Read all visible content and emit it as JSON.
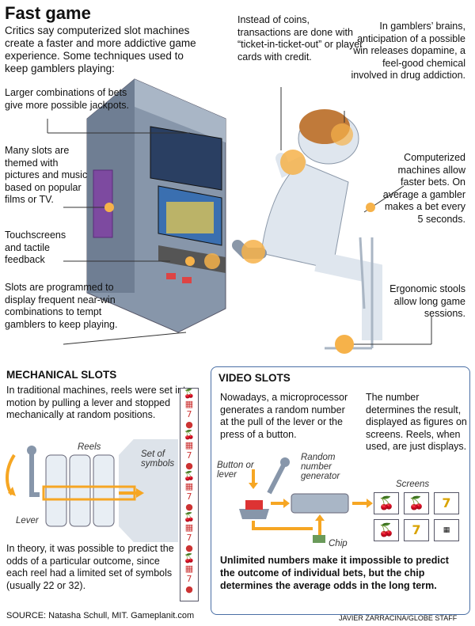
{
  "title": "Fast game",
  "intro": "Critics say computerized slot machines create a faster and more addictive game experience. Some techniques used to keep gamblers playing:",
  "callouts": {
    "combos": "Larger combinations of bets give more possible jackpots.",
    "themes": "Many slots are themed with pictures and music based on popular films or TV.",
    "touch": "Touchscreens and tactile feedback",
    "nearwin": "Slots are programmed to display frequent near-win combinations to tempt gamblers to keep playing.",
    "coins": "Instead of coins, transactions are done with “ticket-in-ticket-out” or player cards with credit.",
    "brain": "In gamblers’ brains, anticipation of a possible win releases dopamine, a feel-good chemical involved in drug addiction.",
    "faster": "Computerized machines allow faster bets. On average a gambler makes a bet every 5 seconds.",
    "stools": "Ergonomic stools allow long game sessions."
  },
  "mechanical": {
    "heading": "MECHANICAL SLOTS",
    "text": "In traditional machines, reels were set into motion by pulling a lever and stopped mechanically at random positions.",
    "reels_label": "Reels",
    "lever_label": "Lever",
    "symbols_label": "Set of symbols",
    "theory": "In theory, it was possible to predict the odds of a particular outcome, since each reel had a limited set of symbols (usually 22 or 32)."
  },
  "video": {
    "heading": "VIDEO SLOTS",
    "text1": "Nowadays, a microprocessor generates a random number at the pull of the lever or the press of a button.",
    "text2": "The number determines the result, displayed as figures on  screens. Reels, when used, are just displays.",
    "button_label": "Button or lever",
    "rng_label": "Random number generator",
    "screens_label": "Screens",
    "chip_label": "Chip",
    "bottom": "Unlimited numbers make it impossible to predict the outcome of individual bets, but the chip determines  the average odds in the long term."
  },
  "source": "SOURCE: Natasha Schull, MIT.  Gameplanit.com",
  "credit": "JAVIER ZARRACINA/GLOBE STAFF",
  "colors": {
    "accent": "#f6a623",
    "panel": "#4a6fa5",
    "machine": "#8796aa"
  }
}
